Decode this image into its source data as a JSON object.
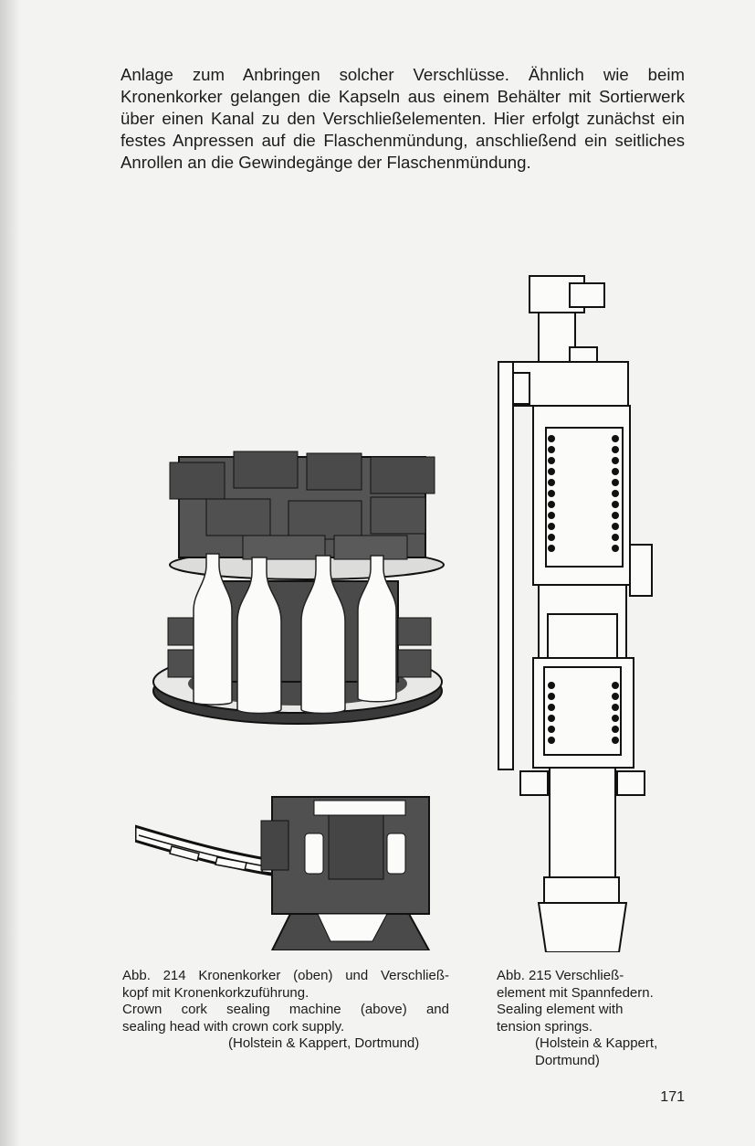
{
  "intro_text": "Anlage zum Anbringen solcher Verschlüsse. Ähnlich wie beim Kronenkorker gelangen die Kapseln aus einem Behälter mit Sortierwerk über einen Kanal zu den Verschließelementen. Hier erfolgt zunächst ein festes Anpressen auf die Flaschenmündung, anschließend ein seitliches Anrollen an die Gewindegänge der Flaschenmündung.",
  "figure_214": {
    "caption_de_line1": "Abb. 214 Kronenkorker (oben) und Verschließ-",
    "caption_de_line2": "kopf mit Kronenkorkzuführung.",
    "caption_en_line1": "Crown cork sealing machine (above) and",
    "caption_en_line2": "sealing head with crown cork supply.",
    "credit": "(Holstein & Kappert, Dortmund)"
  },
  "figure_215": {
    "caption_de_line1": "Abb. 215 Verschließ-",
    "caption_de_line2": "element mit Spannfedern.",
    "caption_en_line1": "Sealing element with",
    "caption_en_line2": "tension springs.",
    "credit_line1": "(Holstein & Kappert,",
    "credit_line2": "Dortmund)"
  },
  "page_number": "171"
}
